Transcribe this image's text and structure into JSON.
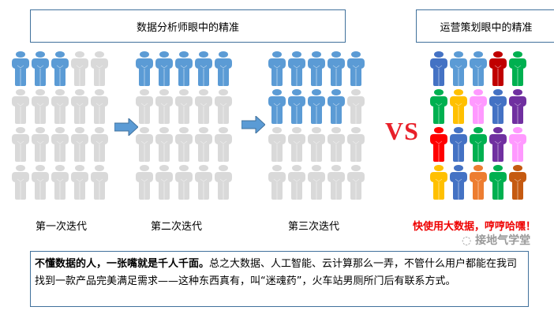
{
  "titles": {
    "analyst": "数据分析师眼中的精准",
    "ops": "运营策划眼中的精准"
  },
  "vs": "VS",
  "groups": [
    {
      "caption": "第一次迭代",
      "highlighted": 3
    },
    {
      "caption": "第二次迭代",
      "highlighted": 5
    },
    {
      "caption": "第三次迭代",
      "highlighted": 9
    }
  ],
  "ops_caption": "快使用大数据，哼哼哈嘿！",
  "colors": {
    "blue": "#5b9bd5",
    "gray": "#d9d9d9",
    "accent_red": "#e00000",
    "border": "#41719c"
  },
  "ops_figures": [
    "#4472c4",
    "#5b9bd5",
    "#5b9bd5",
    "#c00000",
    "#00b050",
    "#00b050",
    "#ffc000",
    "#ff99ff",
    "#4472c4",
    "#7030a0",
    "#ff0000",
    "#4472c4",
    "#00b050",
    "#7030a0",
    "#ff99ff",
    "#ffc000",
    "#4472c4",
    "#ed7d31",
    "#00b050",
    "#c55a11"
  ],
  "note": {
    "bold": "不懂数据的人，一张嘴就是千人千面。",
    "text": "总之大数据、人工智能、云计算那么一弄，不管什么用户都能在我司找到一款产品完美满足需求——这种东西真有，叫“迷魂药”，火车站男厕所门后有联系方式。"
  },
  "watermark": "接地气学堂"
}
